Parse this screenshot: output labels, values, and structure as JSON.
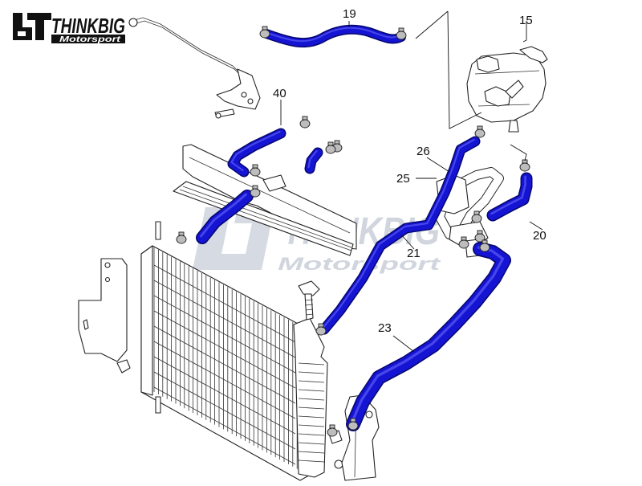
{
  "brand": {
    "logo_monogram": "bT",
    "name": "THINKBIG",
    "tagline": "Motorsport"
  },
  "watermark": {
    "monogram": "bT",
    "name": "THINKBIG",
    "tagline": "Motorsport"
  },
  "callouts": [
    "19",
    "15",
    "40",
    "26",
    "25",
    "20",
    "21",
    "23"
  ],
  "colors": {
    "hose": "#1414d2",
    "hose_edge": "#06066e",
    "line_art": "#222222",
    "background": "#ffffff",
    "logo_blue": "#1a2a6c"
  }
}
